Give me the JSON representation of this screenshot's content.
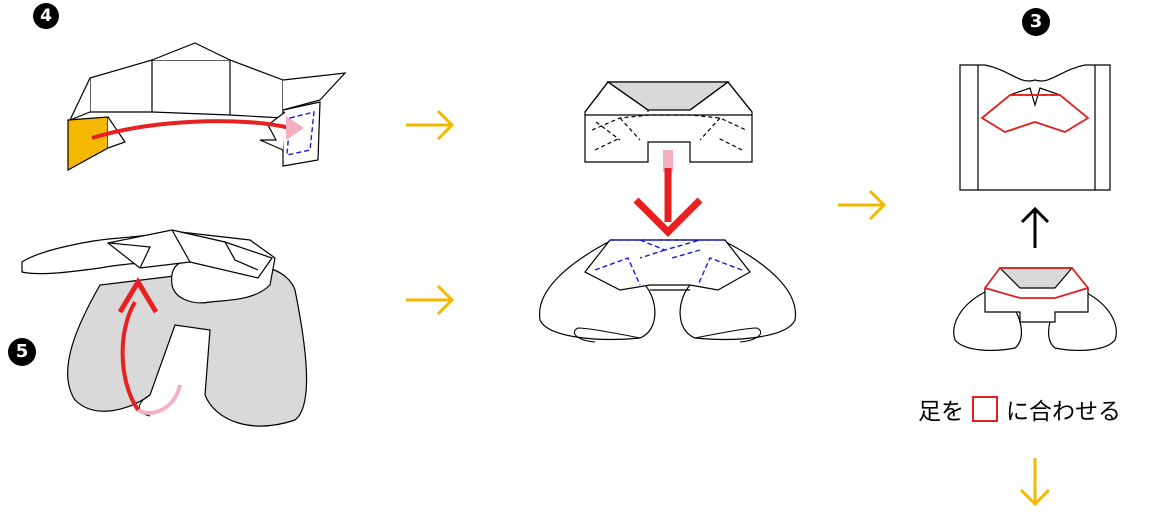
{
  "steps": {
    "step3": "3",
    "step4": "4",
    "step5": "5"
  },
  "caption": {
    "before": "足を",
    "after": "に合わせる"
  },
  "colors": {
    "flow_arrow": "#f5b800",
    "fold_arrow": "#e82020",
    "fold_arrow_tail": "#f4b0c0",
    "valley_fold": "#1a1ad8",
    "highlight": "#e02020",
    "shade": "#d9d9d9",
    "orange_face": "#f5b800"
  }
}
